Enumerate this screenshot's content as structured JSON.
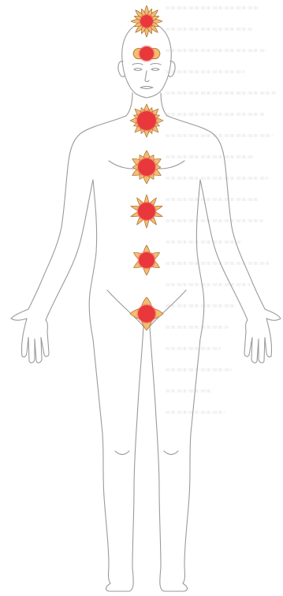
{
  "colors": {
    "background": "#ffffff",
    "body_outline": "#9a9a9a",
    "petal_fill": "#f3bd72",
    "petal_stroke": "#a66a2b",
    "core_fill": "#e8383c",
    "core_glow": "#f36c62"
  },
  "figure": {
    "subject": "human-body-outline-icon"
  },
  "chakras": [
    {
      "name": "crown-chakra-icon",
      "petals": 16
    },
    {
      "name": "third-eye-chakra-icon",
      "petals": 2
    },
    {
      "name": "throat-chakra-icon",
      "petals": 16
    },
    {
      "name": "heart-chakra-icon",
      "petals": 12
    },
    {
      "name": "solar-plexus-chakra-icon",
      "petals": 10
    },
    {
      "name": "sacral-chakra-icon",
      "petals": 6
    },
    {
      "name": "root-chakra-icon",
      "petals": 4
    }
  ]
}
